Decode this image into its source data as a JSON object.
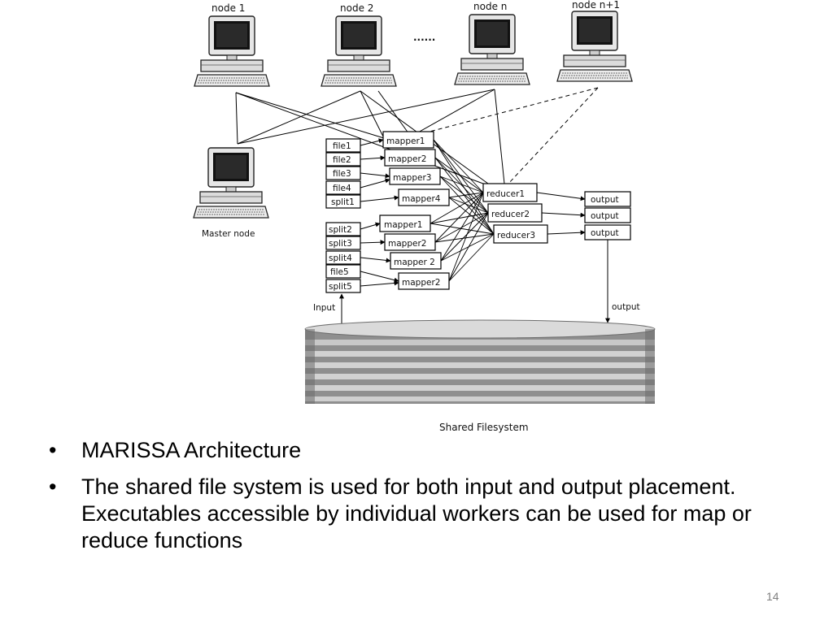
{
  "diagram": {
    "nodes": [
      "node 1",
      "node 2",
      "node n",
      "node n+1"
    ],
    "ellipsis": "......",
    "master_label": "Master node",
    "inputs_group1": [
      "file1",
      "file2",
      "file3",
      "file4",
      "split1"
    ],
    "inputs_group2": [
      "split2",
      "split3",
      "split4",
      "file5",
      "split5"
    ],
    "mappers_group1": [
      "mapper1",
      "mapper2",
      "mapper3",
      "mapper4"
    ],
    "mappers_group2": [
      "mapper1",
      "mapper2",
      "mapper 2",
      "mapper2"
    ],
    "reducers": [
      "reducer1",
      "reducer2",
      "reducer3"
    ],
    "outputs": [
      "output",
      "output",
      "output"
    ],
    "input_label": "Input",
    "output_label": "output",
    "filesystem_label": "Shared Filesystem"
  },
  "bullets": [
    "MARISSA Architecture",
    "The shared file system is used for both input and output placement. Executables accessible by individual workers can be used for map or reduce functions"
  ],
  "bullet_symbol": "•",
  "page_number": "14"
}
